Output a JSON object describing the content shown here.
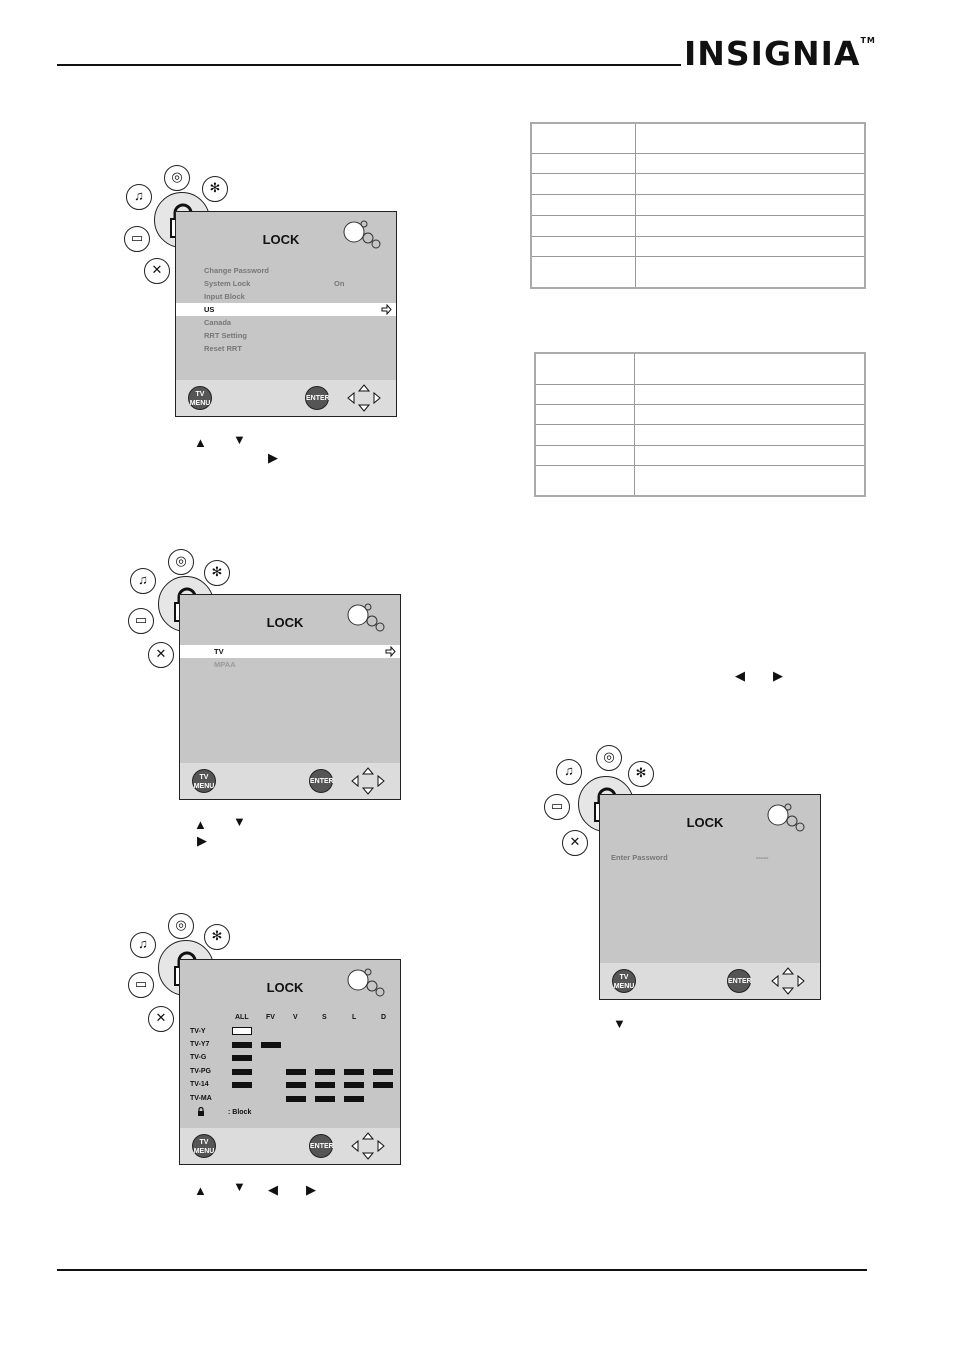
{
  "brand": {
    "name": "INSIGNIA",
    "tm": "TM"
  },
  "screen1": {
    "title": "LOCK",
    "items": [
      {
        "label": "Change Password",
        "value": ""
      },
      {
        "label": "System Lock",
        "value": "On"
      },
      {
        "label": "Input Block",
        "value": ""
      },
      {
        "label": "US",
        "value": ""
      },
      {
        "label": "Canada",
        "value": ""
      },
      {
        "label": "RRT Setting",
        "value": ""
      },
      {
        "label": "Reset RRT",
        "value": ""
      }
    ],
    "selected": "US",
    "menu_button": "TV MENU",
    "enter_button": "ENTER"
  },
  "screen2": {
    "title": "LOCK",
    "items": [
      {
        "label": "TV"
      },
      {
        "label": "MPAA"
      }
    ],
    "menu_button": "TV MENU",
    "enter_button": "ENTER"
  },
  "screen3": {
    "title": "LOCK",
    "columns": [
      "ALL",
      "FV",
      "V",
      "S",
      "L",
      "D"
    ],
    "rows": [
      "TV-Y",
      "TV-Y7",
      "TV-G",
      "TV-PG",
      "TV-14",
      "TV-MA"
    ],
    "legend": ": Block",
    "menu_button": "TV MENU",
    "enter_button": "ENTER"
  },
  "screen4": {
    "title": "LOCK",
    "field_label": "Enter Password",
    "field_value": "-----",
    "menu_button": "TV MENU",
    "enter_button": "ENTER"
  },
  "icons": [
    "music-icon",
    "globe-clock-icon",
    "gear-icon",
    "lock-icon",
    "tv-icon",
    "tools-icon"
  ]
}
